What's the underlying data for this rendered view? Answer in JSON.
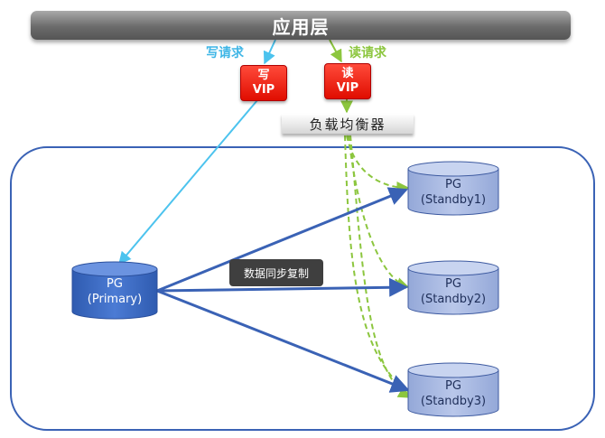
{
  "app_layer": {
    "label": "应用层"
  },
  "requests": {
    "write": "写请求",
    "read": "读请求"
  },
  "vips": {
    "write": {
      "line1": "写",
      "line2": "VIP"
    },
    "read": {
      "line1": "读",
      "line2": "VIP"
    }
  },
  "load_balancer": {
    "label": "负载均衡器"
  },
  "sync": {
    "label": "数据同步复制"
  },
  "databases": {
    "primary": {
      "line1": "PG",
      "line2": "(Primary)"
    },
    "standby1": {
      "line1": "PG",
      "line2": "(Standby1)"
    },
    "standby2": {
      "line1": "PG",
      "line2": "(Standby2)"
    },
    "standby3": {
      "line1": "PG",
      "line2": "(Standby3)"
    }
  },
  "colors": {
    "write_path": "#4cc3ee",
    "read_path": "#8cc63e",
    "replication": "#3a62b5",
    "primary_db": "#3d6dc7",
    "standby_db": "#a7b8e2",
    "vip": "#ee1100"
  }
}
